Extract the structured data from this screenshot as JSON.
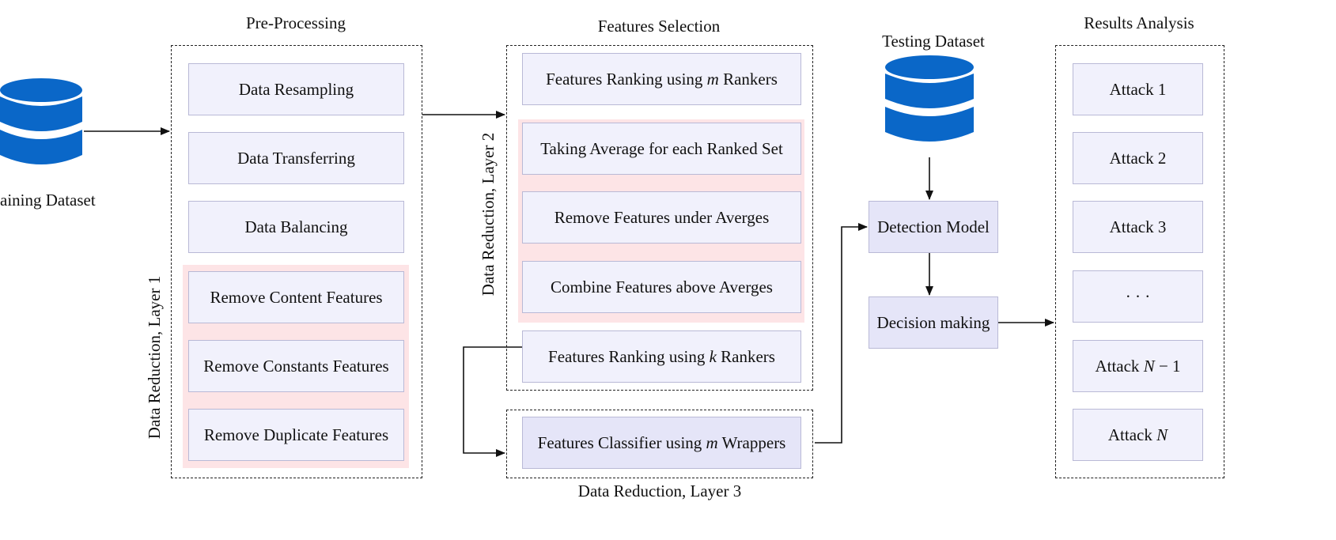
{
  "training_dataset": {
    "label": "aining Dataset",
    "icon": "database-icon",
    "color": "#0a67c8"
  },
  "testing_dataset": {
    "label": "Testing Dataset",
    "icon": "database-icon",
    "color": "#0a67c8"
  },
  "preprocessing": {
    "title": "Pre-Processing",
    "steps": [
      "Data Resampling",
      "Data Transferring",
      "Data Balancing"
    ],
    "layer_label": "Data Reduction, Layer 1",
    "layer_steps": [
      "Remove Content Features",
      "Remove Constants Features",
      "Remove Duplicate Features"
    ]
  },
  "features_selection": {
    "title": "Features Selection",
    "ranking_m": {
      "before": "Features Ranking using ",
      "var": "m",
      "after": " Rankers"
    },
    "layer2_label": "Data Reduction, Layer 2",
    "layer2_steps": [
      "Taking Average for each Ranked Set",
      "Remove Features under Averges",
      "Combine Features above Averges"
    ],
    "ranking_k": {
      "before": "Features Ranking using ",
      "var": "k",
      "after": " Rankers"
    },
    "layer3_label": "Data Reduction, Layer 3",
    "classifier": {
      "before": "Features Classifier using ",
      "var": "m",
      "after": " Wrappers"
    }
  },
  "detection": {
    "model": "Detection Model",
    "decision": "Decision making"
  },
  "results": {
    "title": "Results Analysis",
    "attacks": [
      {
        "text": "Attack 1"
      },
      {
        "text": "Attack 2"
      },
      {
        "text": "Attack 3"
      },
      {
        "text": "· · ·"
      },
      {
        "prefix": "Attack ",
        "var": "N",
        "suffix": " − 1"
      },
      {
        "prefix": "Attack ",
        "var": "N",
        "suffix": ""
      }
    ]
  },
  "colors": {
    "pink_highlight": "#fde4e6",
    "box_fill": "#f1f1fc",
    "box_fill_dark": "#e5e5f8",
    "db_blue": "#0a67c8"
  }
}
